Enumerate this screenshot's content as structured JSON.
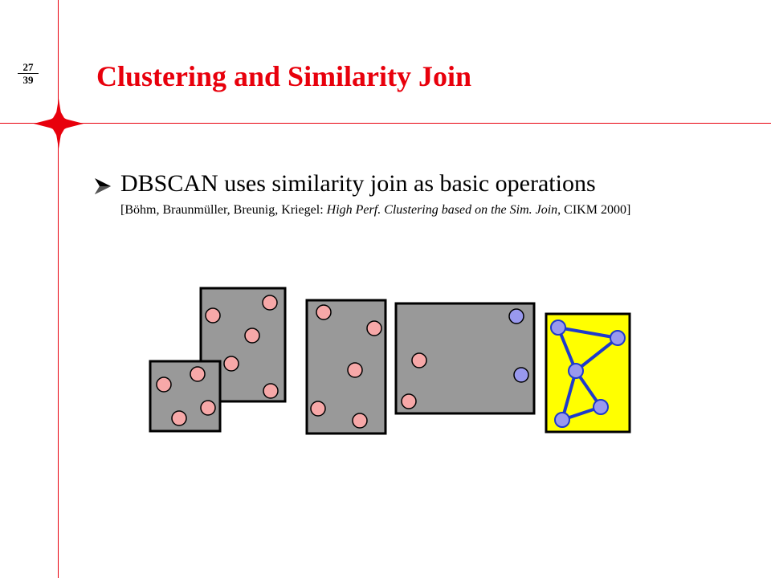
{
  "slide": {
    "page_current": "27",
    "page_total": "39",
    "title": "Clustering and Similarity Join",
    "bullet": {
      "text": "DBSCAN uses similarity join as basic operations",
      "icon": "arrow-bullet-icon"
    },
    "citation": {
      "open": "[Böhm, Braunmüller, Breunig, Kriegel: ",
      "italic_1": "High Perf. Clustering based on the  Sim. Join",
      "middle": ", CIKM 2000",
      "close": "]"
    }
  },
  "colors": {
    "accent_red": "#e8000c",
    "box_gray": "#999999",
    "box_yellow": "#ffff00",
    "point_pink": "#f7a8a8",
    "point_blue": "#9999ee",
    "edge_blue": "#1e3acc"
  }
}
